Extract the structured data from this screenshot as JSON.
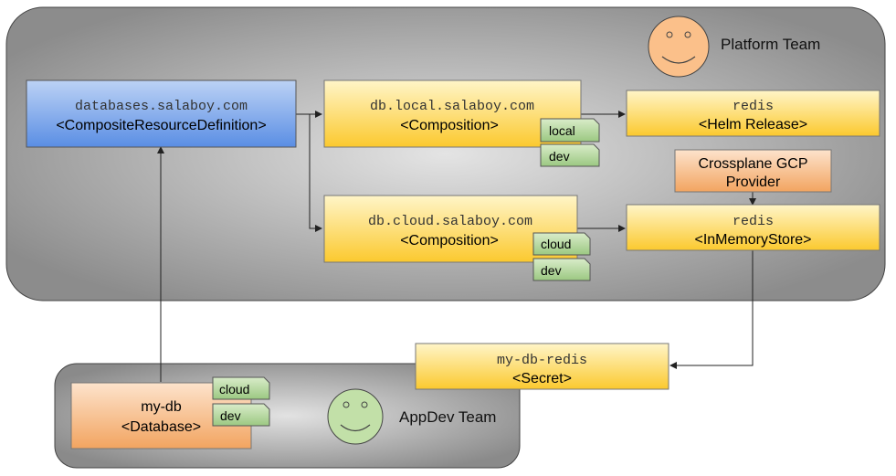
{
  "platform_team": {
    "label": "Platform Team"
  },
  "appdev_team": {
    "label": "AppDev Team"
  },
  "boxes": {
    "xrd": {
      "name": "databases.salaboy.com",
      "kind": "<CompositeResourceDefinition>"
    },
    "comp_local": {
      "name": "db.local.salaboy.com",
      "kind": "<Composition>",
      "tags": [
        "local",
        "dev"
      ]
    },
    "comp_cloud": {
      "name": "db.cloud.salaboy.com",
      "kind": "<Composition>",
      "tags": [
        "cloud",
        "dev"
      ]
    },
    "helm": {
      "name": "redis",
      "kind": "<Helm Release>"
    },
    "provider": {
      "line1": "Crossplane GCP",
      "line2": "Provider"
    },
    "memstore": {
      "name": "redis",
      "kind": "<InMemoryStore>"
    },
    "secret": {
      "name": "my-db-redis",
      "kind": "<Secret>"
    },
    "mydb": {
      "name": "my-db",
      "kind": "<Database>",
      "tags": [
        "cloud",
        "dev"
      ]
    }
  },
  "colors": {
    "blue_box": "#6699e8",
    "yellow_box": "#fccd3a",
    "orange_box": "#f4a460",
    "green_tag": "#a8cf92",
    "team_bg": "#b8b8b8",
    "face_orange": "#fbc08a",
    "face_green": "#c2e0a8"
  }
}
